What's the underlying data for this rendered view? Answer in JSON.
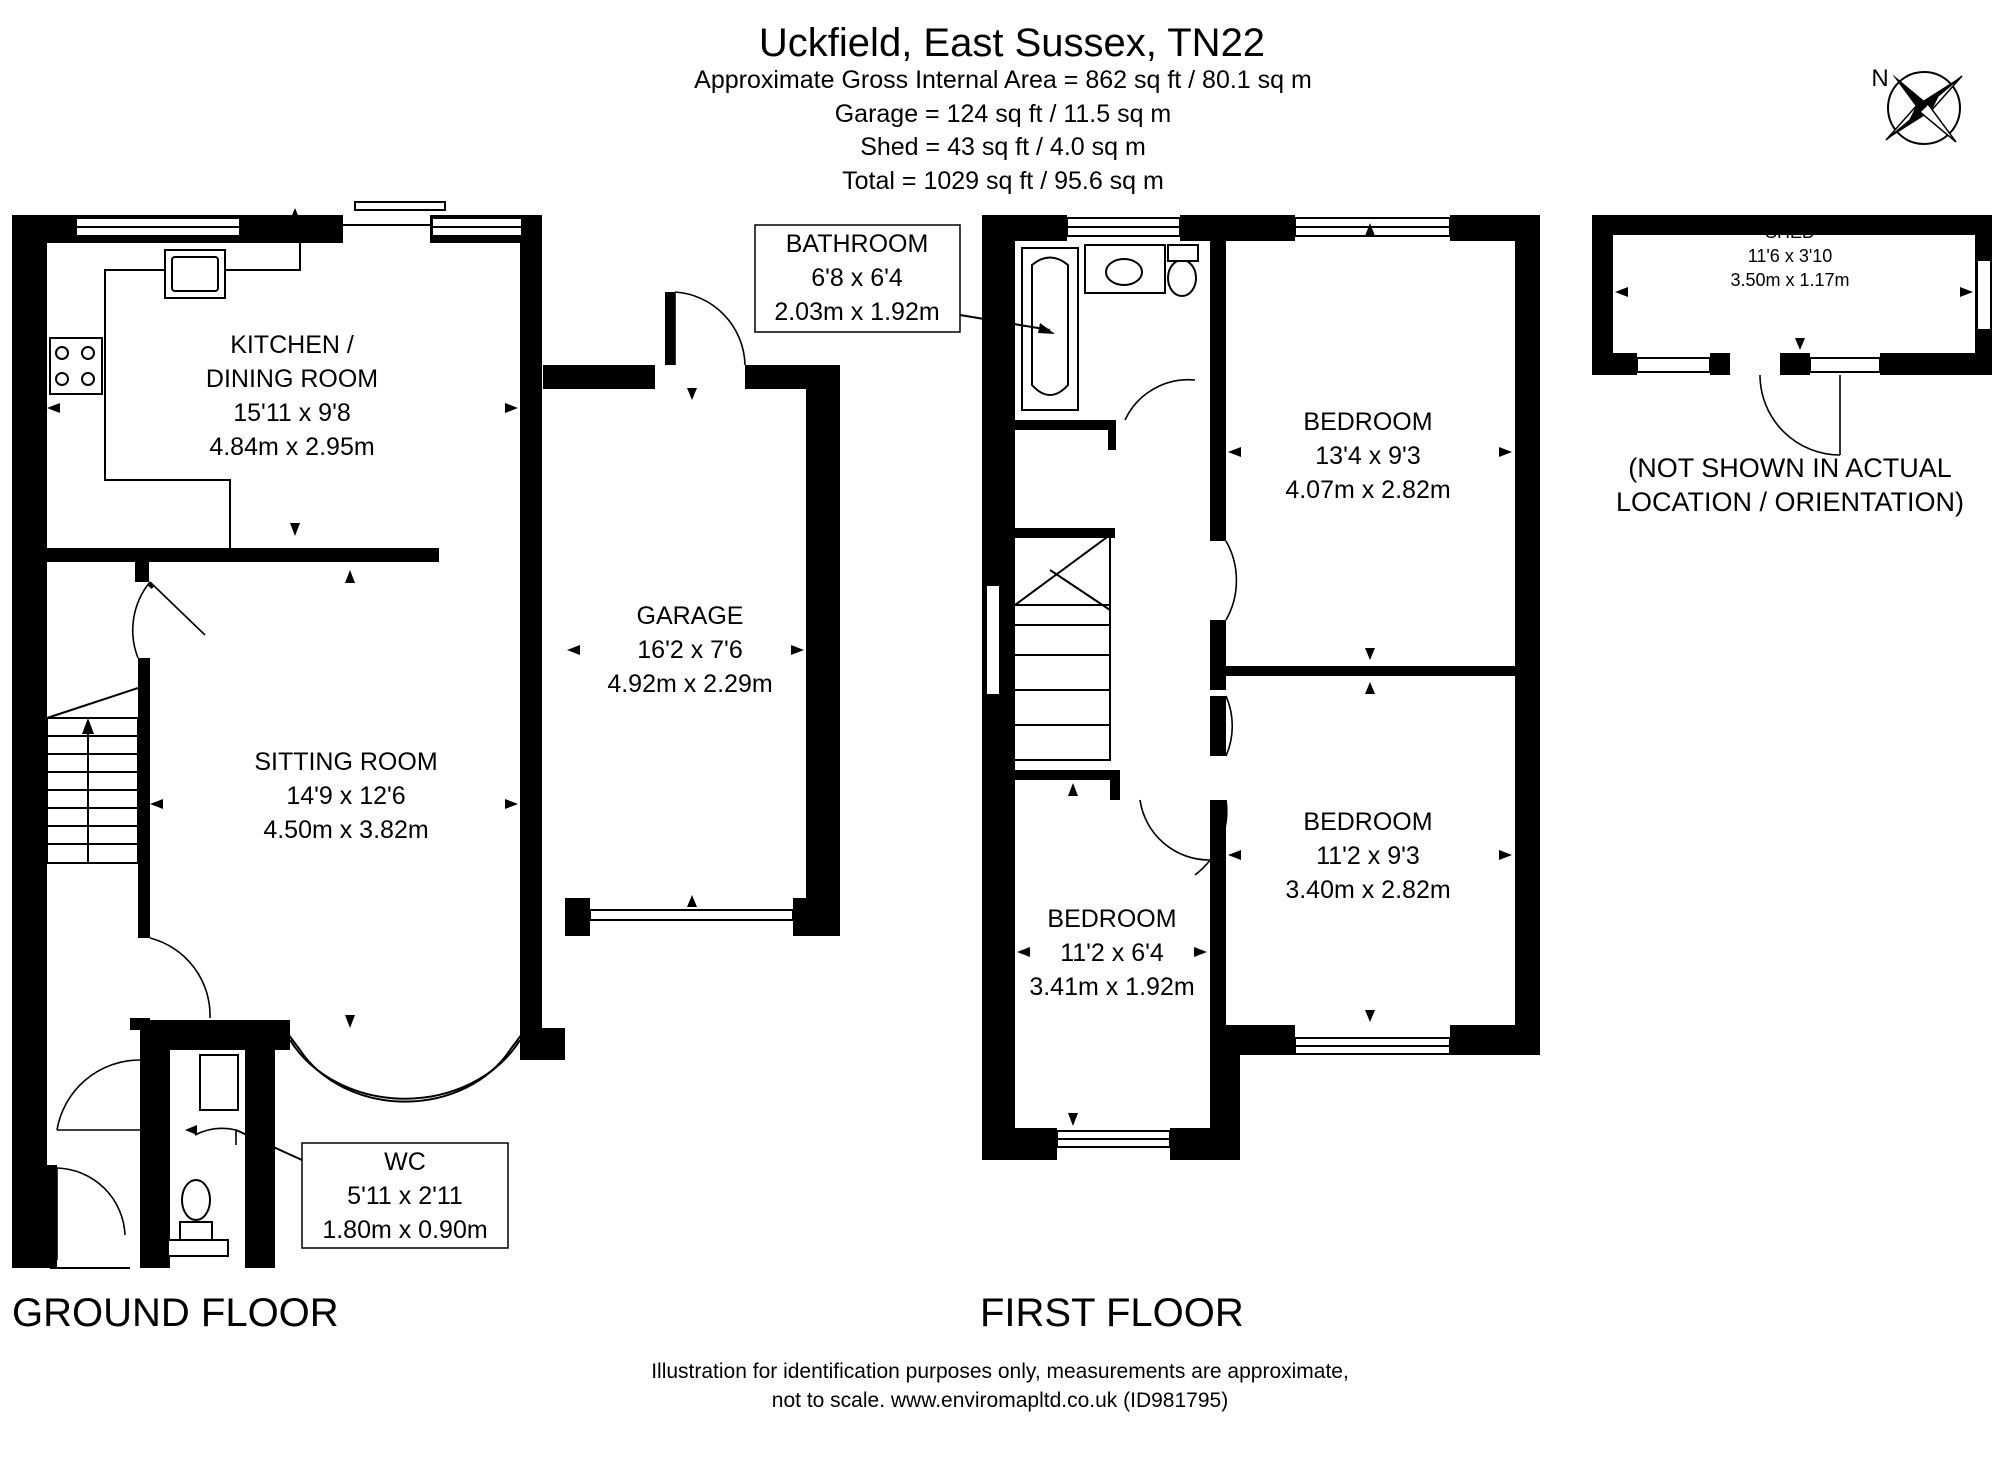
{
  "header": {
    "title": "Uckfield, East Sussex, TN22",
    "line1": "Approximate Gross Internal Area = 862 sq ft / 80.1 sq m",
    "line2": "Garage = 124 sq ft / 11.5 sq m",
    "line3": "Shed = 43 sq ft / 4.0 sq m",
    "line4": "Total = 1029 sq ft / 95.6 sq m"
  },
  "compass": {
    "label": "N",
    "icon": "compass-rose-icon"
  },
  "rooms": {
    "kitchen": {
      "name1": "KITCHEN /",
      "name2": "DINING ROOM",
      "imperial": "15'11 x 9'8",
      "metric": "4.84m x 2.95m"
    },
    "sitting": {
      "name": "SITTING ROOM",
      "imperial": "14'9 x 12'6",
      "metric": "4.50m x 3.82m"
    },
    "garage": {
      "name": "GARAGE",
      "imperial": "16'2 x 7'6",
      "metric": "4.92m x 2.29m"
    },
    "wc": {
      "name": "WC",
      "imperial": "5'11 x 2'11",
      "metric": "1.80m x 0.90m"
    },
    "bathroom": {
      "name": "BATHROOM",
      "imperial": "6'8 x 6'4",
      "metric": "2.03m x 1.92m"
    },
    "bedroom1": {
      "name": "BEDROOM",
      "imperial": "13'4 x 9'3",
      "metric": "4.07m x 2.82m"
    },
    "bedroom2": {
      "name": "BEDROOM",
      "imperial": "11'2 x 9'3",
      "metric": "3.40m x 2.82m"
    },
    "bedroom3": {
      "name": "BEDROOM",
      "imperial": "11'2 x 6'4",
      "metric": "3.41m x 1.92m"
    },
    "shed": {
      "name": "SHED",
      "imperial": "11'6 x 3'10",
      "metric": "3.50m x 1.17m"
    }
  },
  "shed_note": {
    "line1": "(NOT SHOWN IN ACTUAL",
    "line2": "LOCATION / ORIENTATION)"
  },
  "floors": {
    "ground": "GROUND FLOOR",
    "first": "FIRST FLOOR"
  },
  "footer": {
    "line1": "Illustration for identification purposes only, measurements are approximate,",
    "line2": "not to scale. www.enviromapltd.co.uk (ID981795)"
  }
}
